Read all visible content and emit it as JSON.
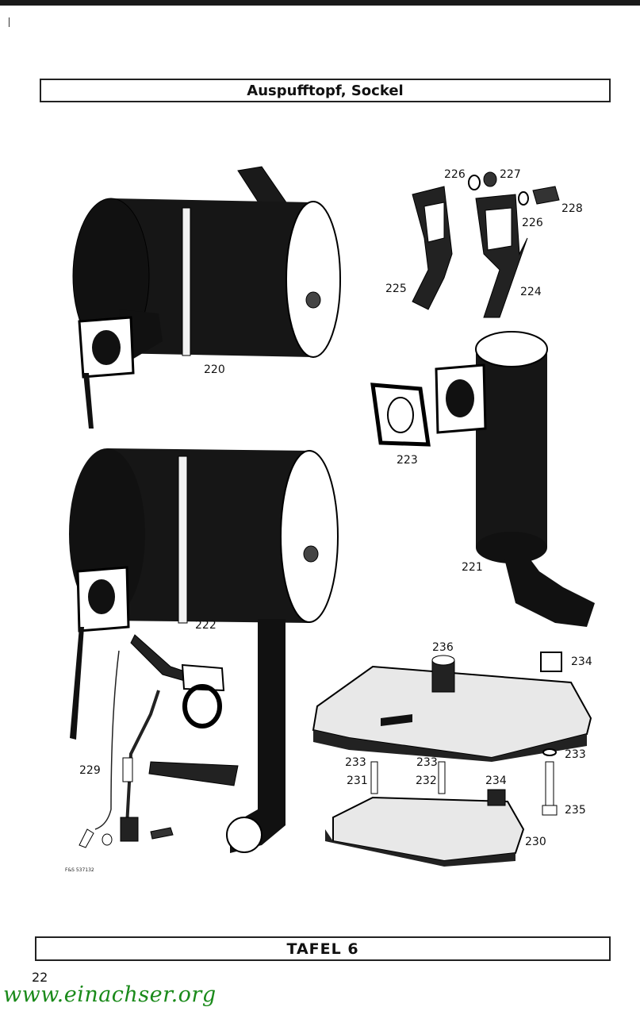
{
  "header": {
    "title": "Auspufftopf, Sockel"
  },
  "footer": {
    "plate": "TAFEL 6",
    "page_number": "22"
  },
  "watermark": {
    "text": "www.einachser.org",
    "color": "#1a8a1a"
  },
  "figure": {
    "code": "F&S 537132",
    "labels": {
      "p220": "220",
      "p221": "221",
      "p222": "222",
      "p223": "223",
      "p224": "224",
      "p225": "225",
      "p226a": "226",
      "p226b": "226",
      "p227": "227",
      "p228": "228",
      "p229": "229",
      "p230": "230",
      "p231": "231",
      "p232": "232",
      "p233a": "233",
      "p233b": "233",
      "p233c": "233",
      "p234a": "234",
      "p234b": "234",
      "p235": "235",
      "p236": "236"
    }
  }
}
